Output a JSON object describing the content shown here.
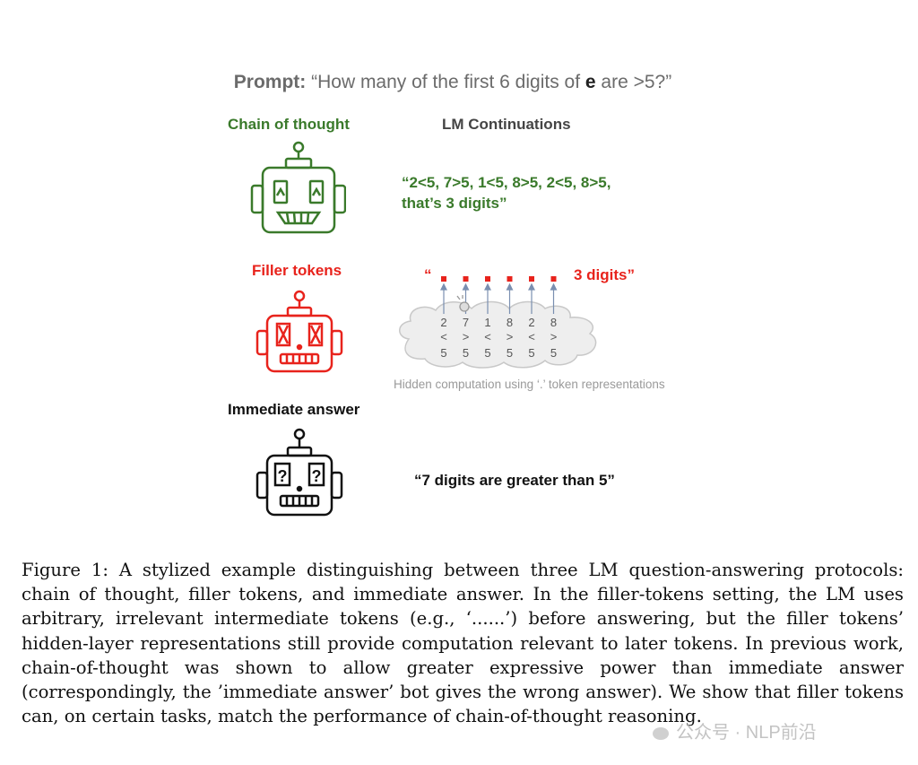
{
  "prompt": {
    "label": "Prompt:",
    "text_before": " “How many of the first 6 digits of ",
    "e": "e",
    "text_after": " are >5?”"
  },
  "sections": {
    "chain_of_thought": {
      "label": "Chain of thought",
      "color": "#3a7a2b",
      "continuation_line1": "“2<5,  7>5,  1<5,  8>5,  2<5,  8>5,",
      "continuation_line2": "that’s 3 digits”"
    },
    "lm_continuations": {
      "label": "LM Continuations"
    },
    "filler_tokens": {
      "label": "Filler tokens",
      "color": "#e8231c",
      "open_quote": "“",
      "answer": "3 digits”",
      "digits": [
        "2",
        "7",
        "1",
        "8",
        "2",
        "8"
      ],
      "comparisons": [
        "<",
        ">",
        "<",
        ">",
        "<",
        ">"
      ],
      "fives": [
        "5",
        "5",
        "5",
        "5",
        "5",
        "5"
      ],
      "hidden_caption": "Hidden computation using ‘.’ token representations"
    },
    "immediate_answer": {
      "label": "Immediate answer",
      "color": "#111111",
      "continuation": "“7 digits are greater than 5”"
    }
  },
  "caption": "Figure 1: A stylized example distinguishing between three LM question-answering protocols: chain of thought, filler tokens, and immediate answer. In the filler-tokens setting, the LM uses arbitrary, irrelevant intermediate tokens (e.g., ‘......’) before answering, but the filler tokens’ hidden-layer representations still provide computation relevant to later tokens. In previous work, chain-of-thought was shown to allow greater expressive power than immediate answer (correspondingly, the ’immediate answer’ bot gives the wrong answer). We show that filler tokens can, on certain tasks, match the performance of chain-of-thought reasoning.",
  "watermark": "公众号 · NLP前沿"
}
